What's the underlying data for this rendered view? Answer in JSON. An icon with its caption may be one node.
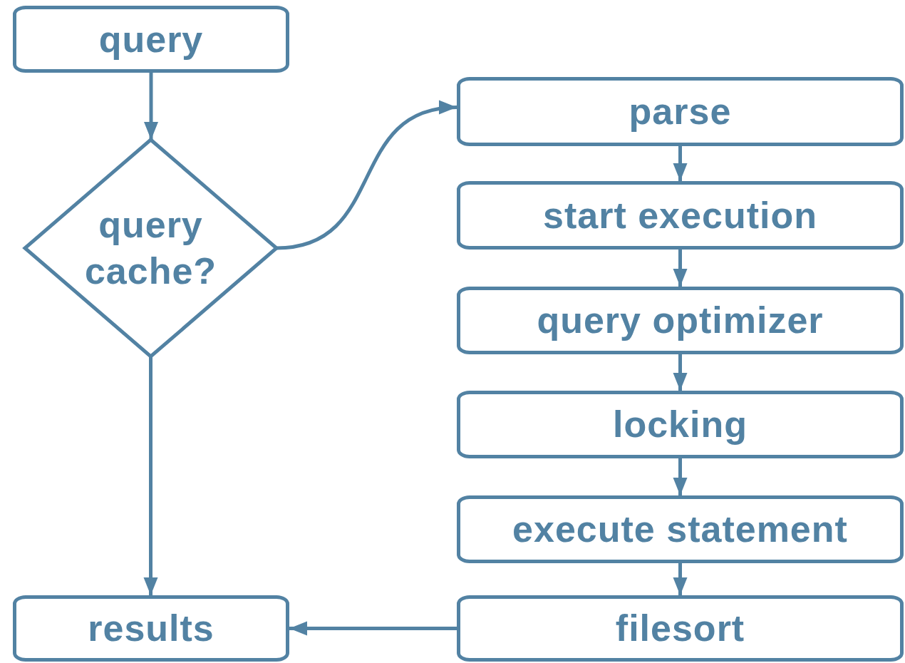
{
  "diagram": {
    "nodes": [
      {
        "text": [
          "query"
        ]
      },
      {
        "text": [
          "query cache?"
        ]
      },
      {
        "text": [
          "parse"
        ]
      },
      {
        "text": [
          "start execution"
        ]
      },
      {
        "text": [
          "query optimizer"
        ]
      },
      {
        "text": [
          "locking"
        ]
      },
      {
        "text": [
          "execute statement"
        ]
      },
      {
        "text": [
          "filesort"
        ]
      },
      {
        "text": [
          "results"
        ]
      }
    ],
    "edges": [
      {
        "from": 0,
        "to": 1,
        "arrow": "to"
      },
      {
        "from": 1,
        "to": 2,
        "arrow": "to"
      },
      {
        "from": 2,
        "to": 3,
        "arrow": "to"
      },
      {
        "from": 3,
        "to": 4,
        "arrow": "to"
      },
      {
        "from": 4,
        "to": 5,
        "arrow": "to"
      },
      {
        "from": 5,
        "to": 6,
        "arrow": "to"
      },
      {
        "from": 6,
        "to": 7,
        "arrow": "to"
      },
      {
        "from": 1,
        "to": 8,
        "arrow": "to"
      },
      {
        "from": 7,
        "to": 8,
        "arrow": "to"
      }
    ]
  }
}
